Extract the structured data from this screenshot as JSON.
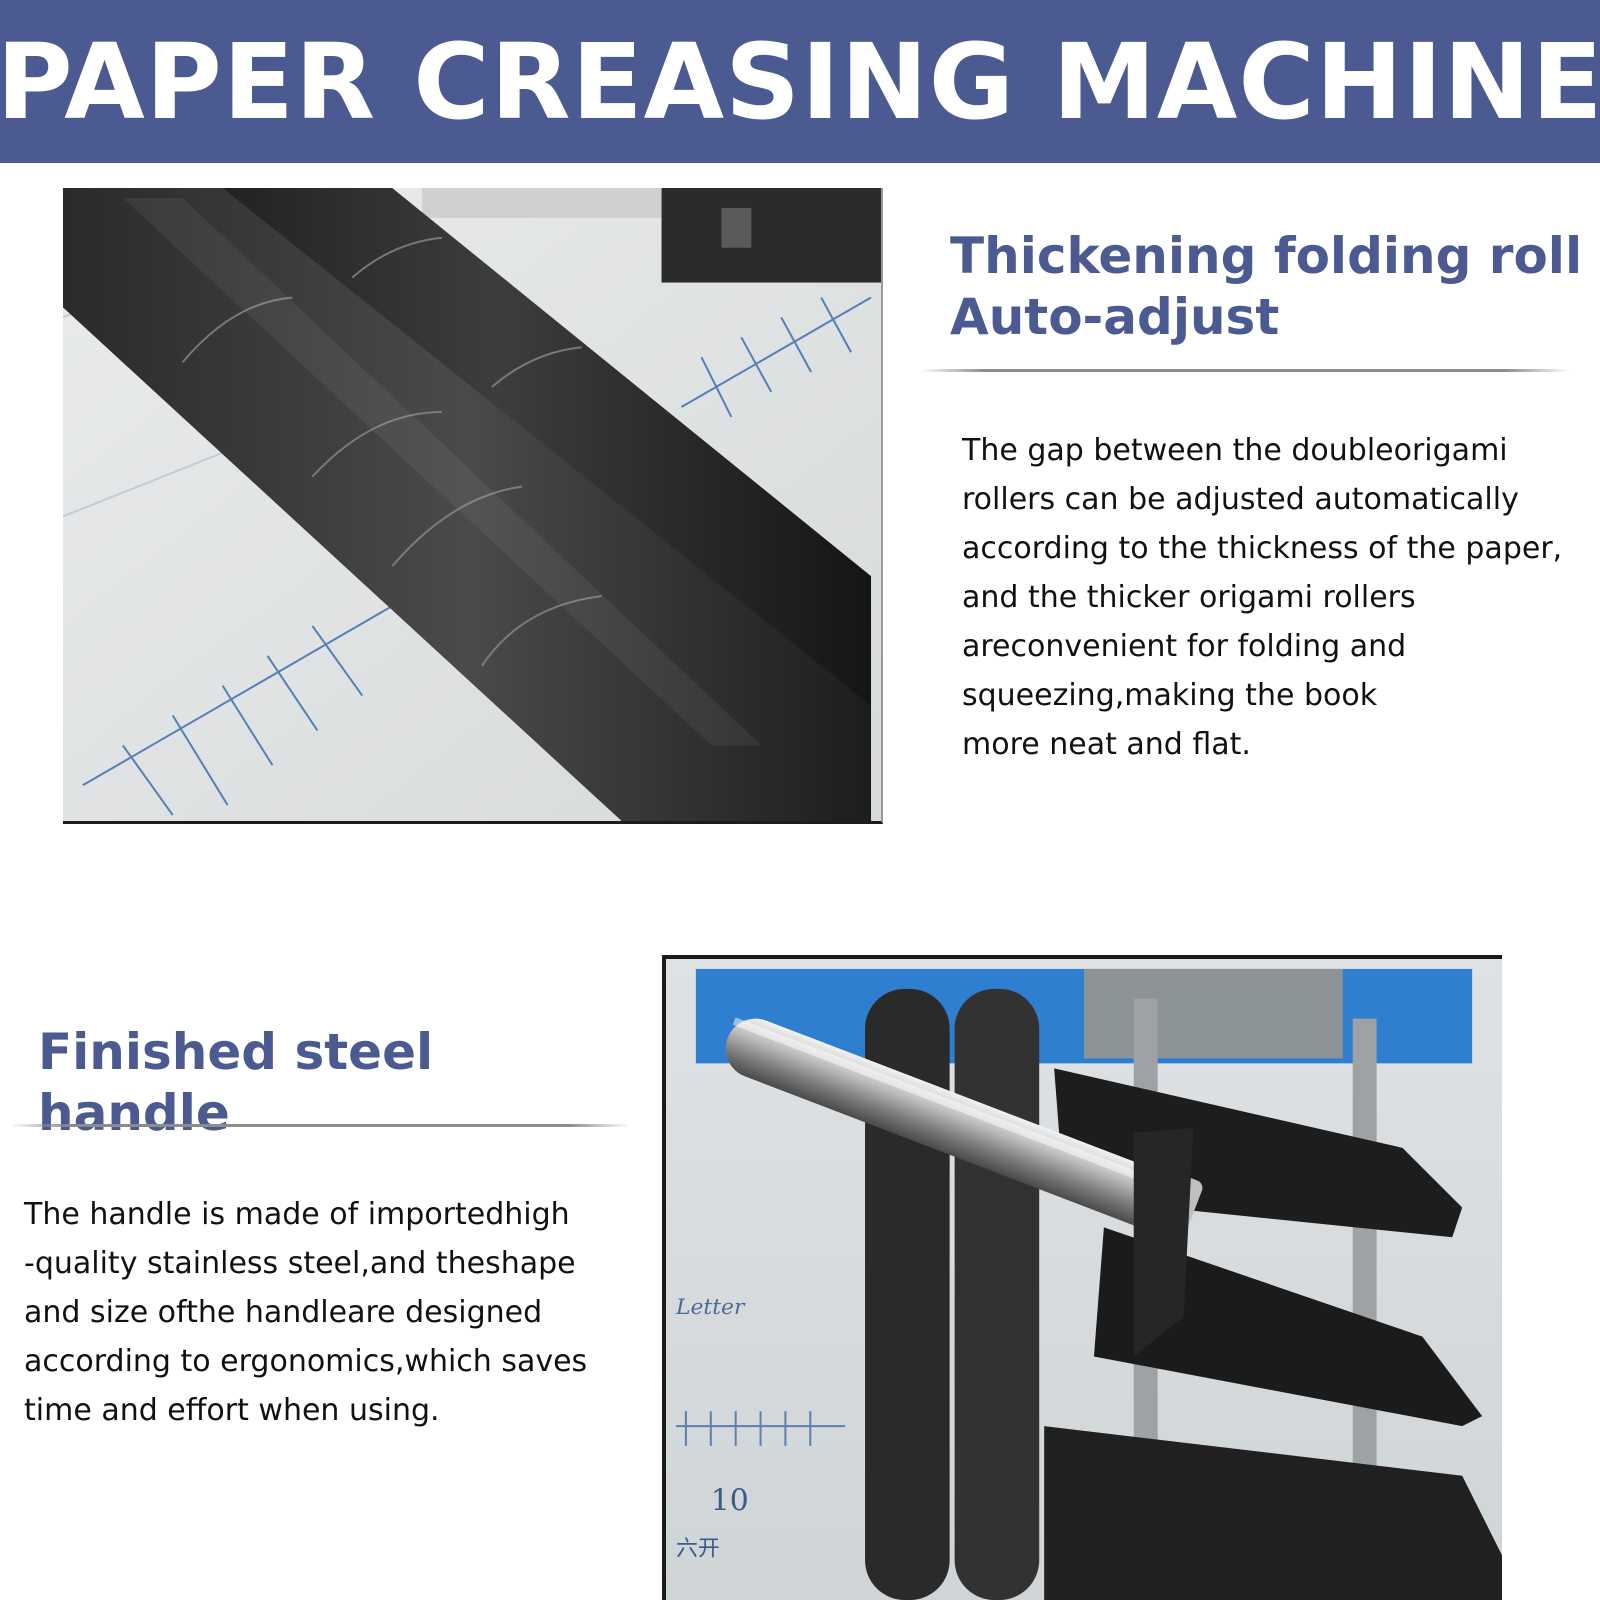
{
  "banner": {
    "title": "PAPER CREASING MACHINE"
  },
  "colors": {
    "brand_blue": "#4b5a91",
    "text_dark": "#111111",
    "background": "#ffffff"
  },
  "section_rollers": {
    "title_lines": [
      "Thickening folding roll",
      "Auto-adjust"
    ],
    "description_lines": [
      "The gap between the doubleorigami",
      "rollers can be adjusted automatically",
      "according to the thickness of the paper,",
      "and the thicker origami rollers",
      "areconvenient for folding and",
      "squeezing,making the book",
      "more neat and flat."
    ]
  },
  "section_handle": {
    "title_lines": [
      "Finished steel handle"
    ],
    "description_lines": [
      "The handle is made of importedhigh",
      "-quality stainless steel,and theshape",
      "and size ofthe handleare designed",
      "according to ergonomics,which saves",
      "time and effort when using."
    ],
    "photo_labels": {
      "paper_size": "Letter",
      "ruler_mark": "10",
      "chinese_label": "六开"
    }
  }
}
